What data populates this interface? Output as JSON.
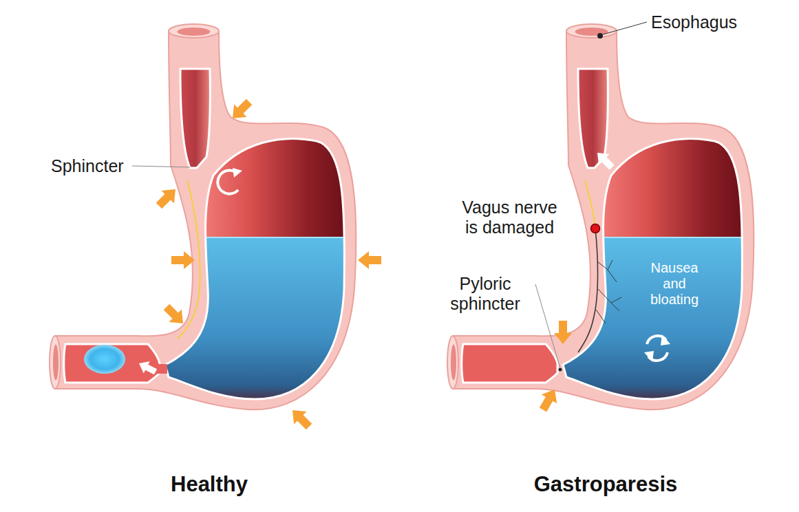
{
  "diagram": {
    "labels": [
      "Esophagus",
      "Sphincter",
      "Vagus nerve is damaged",
      "Pyloric sphincter",
      "Nausea and bloating",
      "Healthy",
      "Gastroparesis"
    ]
  }
}
